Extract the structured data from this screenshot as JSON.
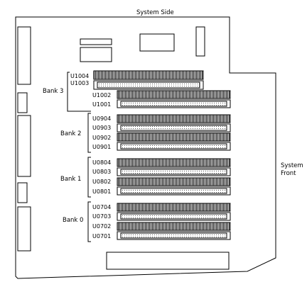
{
  "titles": {
    "top": "System Side",
    "right_line1": "System",
    "right_line2": "Front"
  },
  "banks": [
    {
      "label": "Bank 3",
      "slots": [
        "U1004",
        "U1003",
        "U1002",
        "U1001"
      ]
    },
    {
      "label": "Bank 2",
      "slots": [
        "U0904",
        "U0903",
        "U0902",
        "U0901"
      ]
    },
    {
      "label": "Bank  1",
      "slots": [
        "U0804",
        "U0803",
        "U0802",
        "U0801"
      ]
    },
    {
      "label": "Bank 0",
      "slots": [
        "U0704",
        "U0703",
        "U0702",
        "U0701"
      ]
    }
  ]
}
